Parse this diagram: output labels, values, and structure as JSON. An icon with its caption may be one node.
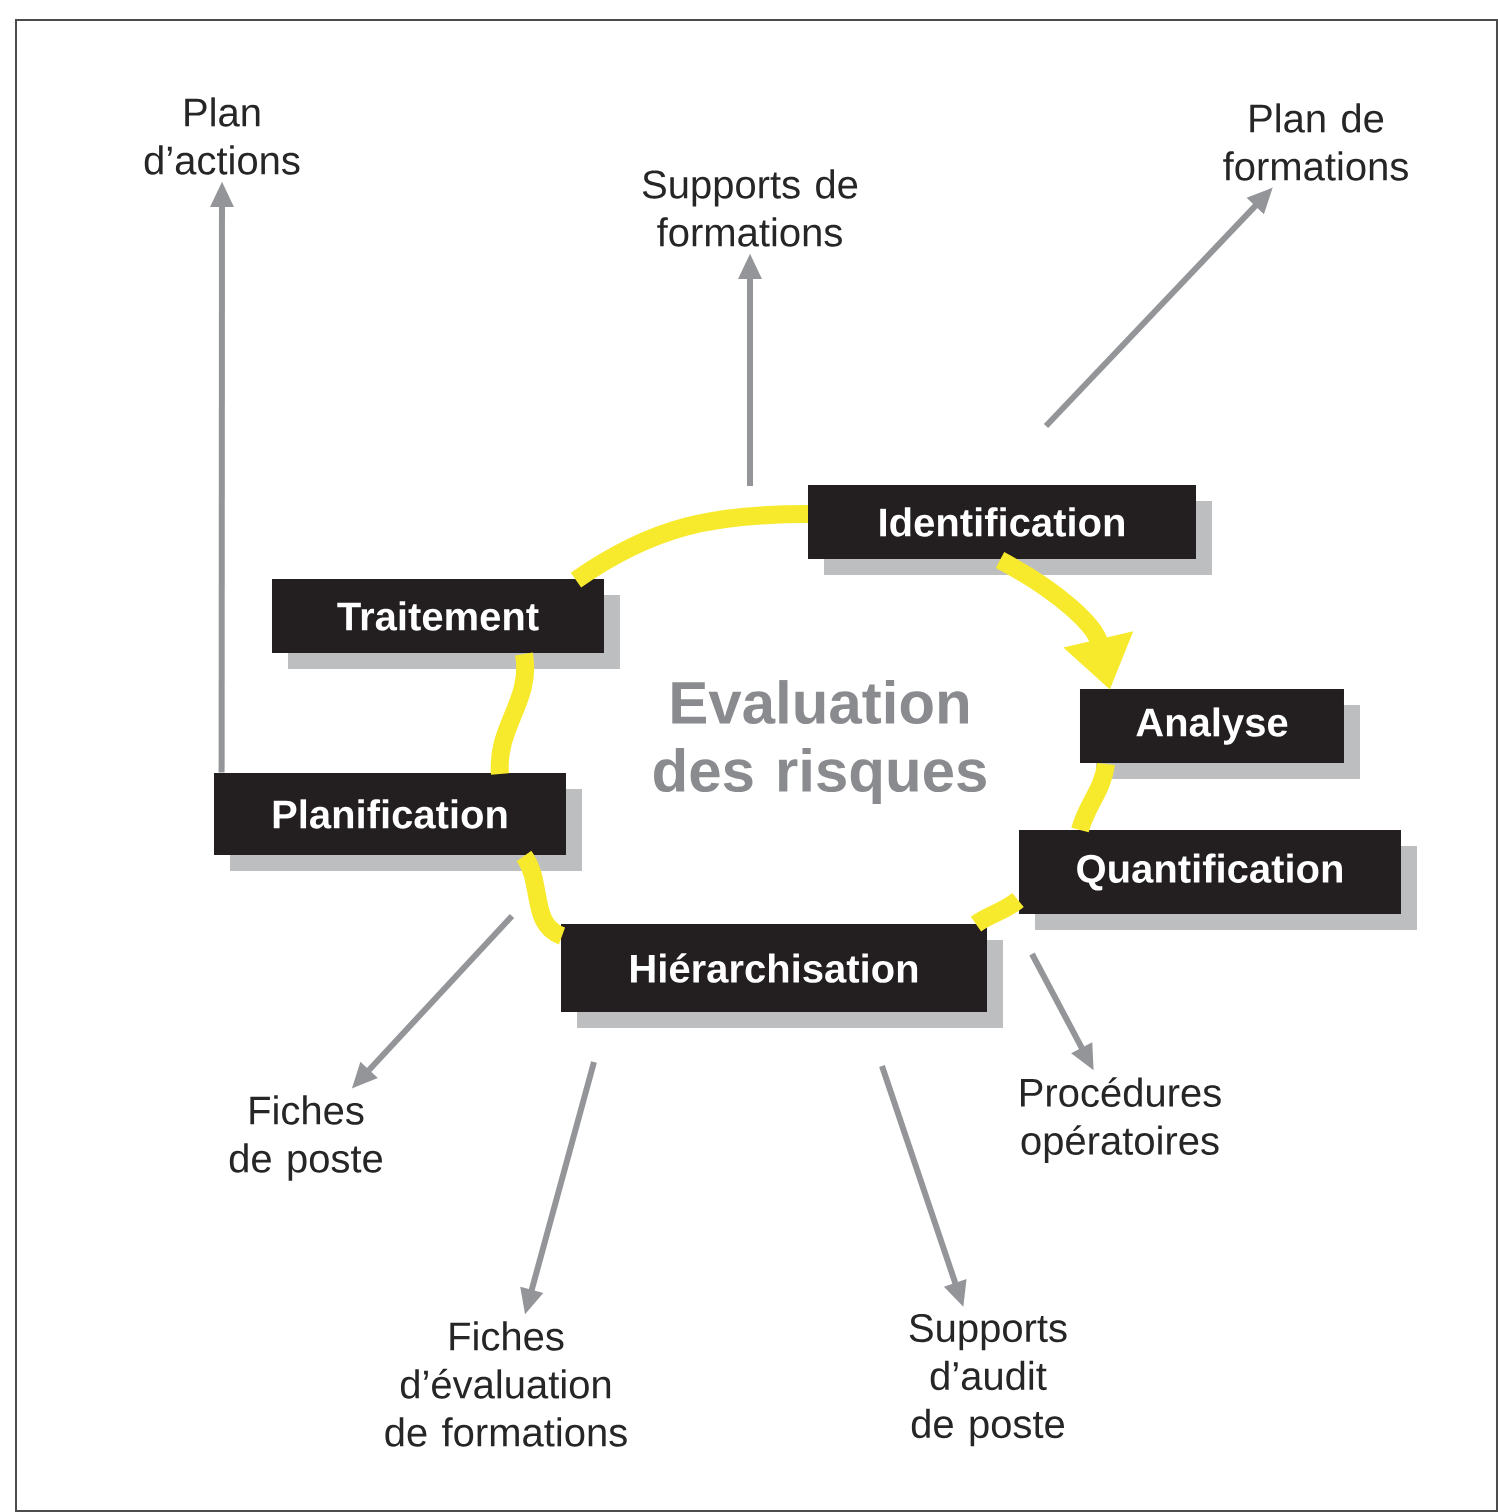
{
  "diagram": {
    "nodes": [
      {
        "text": [
          "Plan d’actions"
        ]
      },
      {
        "text": [
          "Supports de formations"
        ]
      },
      {
        "text": [
          "Plan de formations"
        ]
      },
      {
        "text": [
          "Identification"
        ]
      },
      {
        "text": [
          "Traitement"
        ]
      },
      {
        "text": [
          "Analyse"
        ]
      },
      {
        "text": [
          "Planification"
        ]
      },
      {
        "text": [
          "Quantification"
        ]
      },
      {
        "text": [
          "Hiérarchisation"
        ]
      },
      {
        "text": [
          "Procédures opératoires"
        ]
      },
      {
        "text": [
          "Fiches de poste"
        ]
      },
      {
        "text": [
          "Fiches d’évaluation de formations"
        ]
      },
      {
        "text": [
          "Supports d’audit de poste"
        ]
      }
    ],
    "edges": [
      {
        "from": 6,
        "to": 0,
        "arrow": "to"
      },
      {
        "from": null,
        "to": 1,
        "arrow": "to"
      },
      {
        "from": null,
        "to": 2,
        "arrow": "to"
      },
      {
        "from": null,
        "to": 10,
        "arrow": "to"
      },
      {
        "from": null,
        "to": 11,
        "arrow": "to"
      },
      {
        "from": null,
        "to": 12,
        "arrow": "to"
      },
      {
        "from": null,
        "to": 9,
        "arrow": "to"
      },
      {
        "from": 4,
        "to": 3,
        "arrow": "none",
        "style": "thick",
        "color": "#f7ea2c"
      },
      {
        "from": 3,
        "to": 5,
        "arrow": "to",
        "style": "thick",
        "color": "#f7ea2c"
      },
      {
        "from": 5,
        "to": 7,
        "arrow": "none",
        "style": "thick",
        "color": "#f7ea2c"
      },
      {
        "from": 7,
        "to": 8,
        "arrow": "none",
        "style": "thick",
        "color": "#f7ea2c"
      },
      {
        "from": 8,
        "to": 6,
        "arrow": "none",
        "style": "thick",
        "color": "#f7ea2c"
      },
      {
        "from": 6,
        "to": 4,
        "arrow": "none",
        "style": "thick",
        "color": "#f7ea2c"
      }
    ],
    "labels": [
      "Evaluation des risques"
    ]
  }
}
